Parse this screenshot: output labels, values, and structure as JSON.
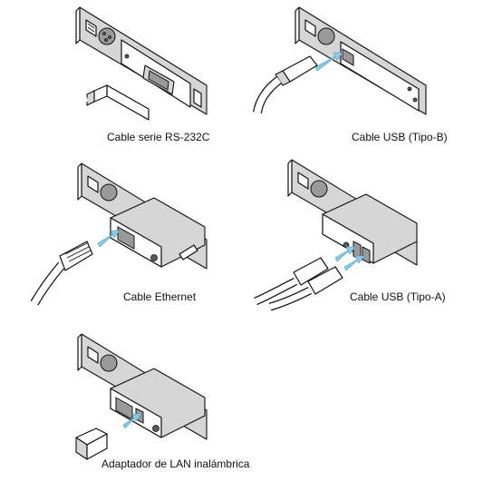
{
  "panels": [
    {
      "id": "rs232c",
      "caption": "Cable serie RS-232C"
    },
    {
      "id": "usb-b",
      "caption": "Cable USB (Tipo-B)"
    },
    {
      "id": "ethernet",
      "caption": "Cable Ethernet"
    },
    {
      "id": "usb-a",
      "caption": "Cable USB (Tipo-A)"
    },
    {
      "id": "wlan",
      "caption": "Adaptador de LAN inalámbrica"
    }
  ],
  "colors": {
    "arrow": "#8ec9e6",
    "housing": "#d6d6d6",
    "line": "#111111"
  }
}
